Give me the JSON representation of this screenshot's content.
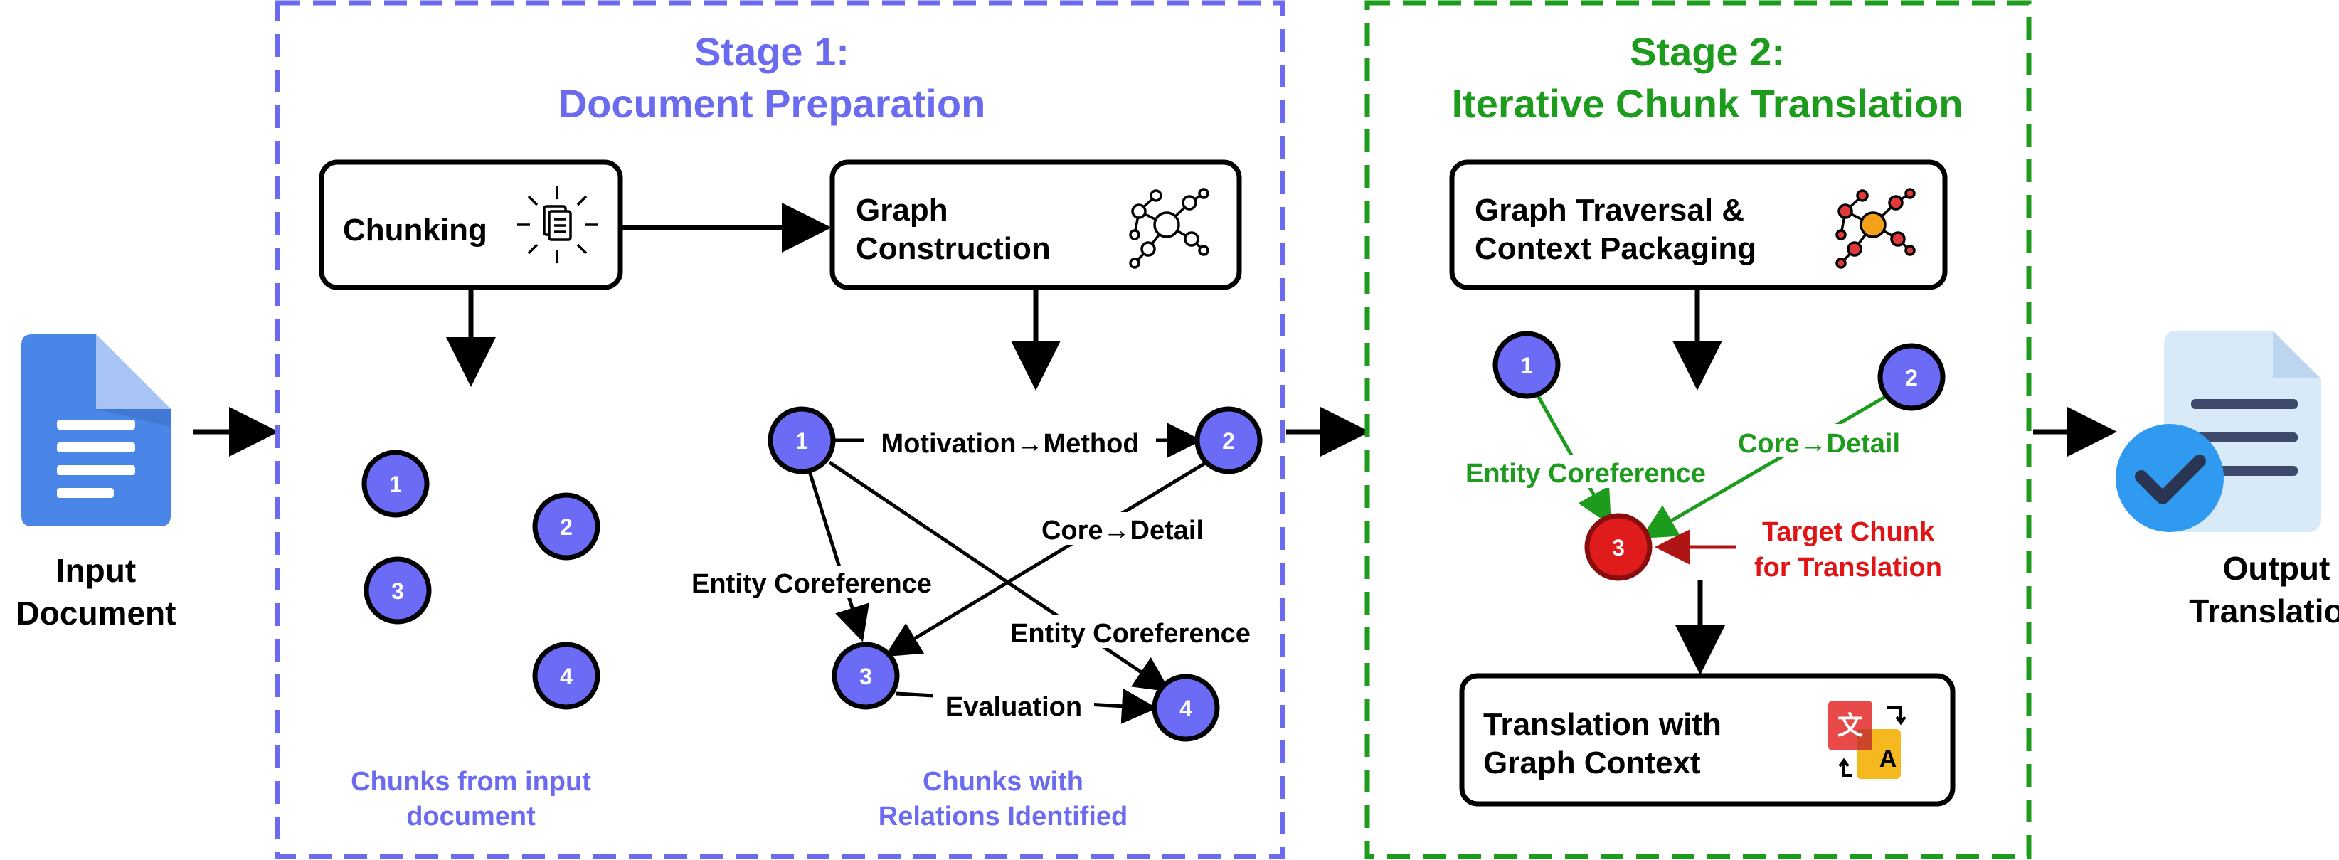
{
  "input": {
    "label_line1": "Input",
    "label_line2": "Document"
  },
  "output": {
    "label_line1": "Output",
    "label_line2": "Translation"
  },
  "stage1": {
    "title_line1": "Stage 1:",
    "title_line2": "Document Preparation",
    "chunking_label": "Chunking",
    "graph_construction_line1": "Graph",
    "graph_construction_line2": "Construction",
    "chunks_caption_line1": "Chunks from input",
    "chunks_caption_line2": "document",
    "relations_caption_line1": "Chunks with",
    "relations_caption_line2": "Relations Identified",
    "chunk_nodes": [
      "1",
      "2",
      "3",
      "4"
    ],
    "graph_nodes": [
      "1",
      "2",
      "3",
      "4"
    ],
    "edges": {
      "motivation_method": "Motivation→Method",
      "core_detail": "Core→Detail",
      "entity_coreference_1": "Entity Coreference",
      "entity_coreference_2": "Entity Coreference",
      "evaluation": "Evaluation"
    }
  },
  "stage2": {
    "title_line1": "Stage 2:",
    "title_line2": "Iterative Chunk Translation",
    "traversal_line1": "Graph Traversal &",
    "traversal_line2": "Context Packaging",
    "nodes": [
      "1",
      "2",
      "3"
    ],
    "entity_coreference": "Entity Coreference",
    "core_detail": "Core→Detail",
    "target_line1": "Target Chunk",
    "target_line2": "for Translation",
    "translation_line1": "Translation with",
    "translation_line2": "Graph Context"
  },
  "icons": {
    "input": "document-icon",
    "output": "translated-document-check-icon",
    "chunking": "chunking-expand-icon",
    "graph": "graph-network-icon",
    "traversal": "graph-traversal-icon",
    "translate": "translate-icon"
  },
  "colors": {
    "stage1": "#6b6bef",
    "stage2": "#1d9b1d",
    "node_fill": "#6b6bf5",
    "target_fill": "#e01b1b",
    "target_text": "#e01414",
    "doc_blue": "#4a86e8"
  }
}
